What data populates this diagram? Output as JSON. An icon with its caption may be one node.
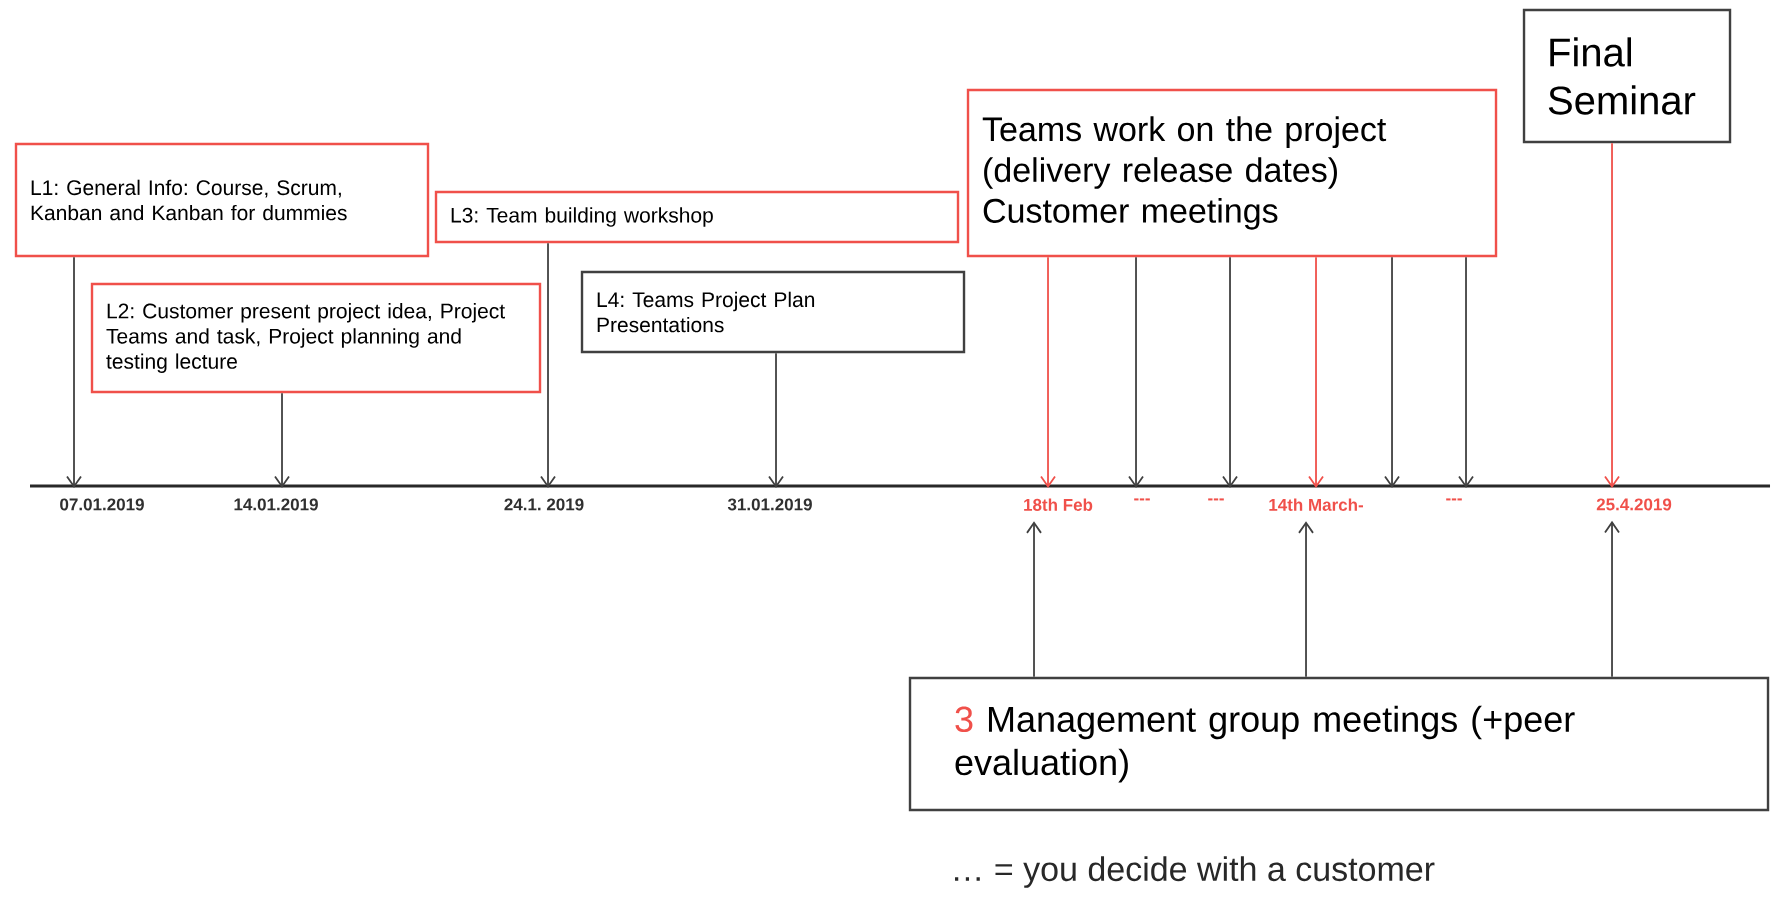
{
  "diagram": {
    "nodes": [
      {
        "text": [
          "L1: General Info: Course, Scrum, Kanban and Kanban for dummies"
        ]
      },
      {
        "text": [
          "L2: Customer present project idea, Project Teams and task, Project planning and testing lecture"
        ]
      },
      {
        "text": [
          "L3: Team building workshop"
        ]
      },
      {
        "text": [
          "L4: Teams Project Plan Presentations"
        ]
      },
      {
        "text": [
          "Teams work on the project (delivery release dates)",
          "Customer meetings"
        ]
      },
      {
        "text": [
          "Final Seminar"
        ]
      },
      {
        "text": [
          "3",
          "Management group meetings (+peer evaluation)"
        ]
      },
      {
        "text": [
          "07.01.2019"
        ]
      },
      {
        "text": [
          "14.01.2019"
        ]
      },
      {
        "text": [
          "24.1. 2019"
        ]
      },
      {
        "text": [
          "31.01.2019"
        ]
      },
      {
        "text": [
          "18th Feb"
        ]
      },
      {
        "text": [
          "---"
        ]
      },
      {
        "text": [
          "---"
        ]
      },
      {
        "text": [
          "14th March-"
        ]
      },
      {
        "text": [
          "---"
        ]
      },
      {
        "text": [
          "25.4.2019"
        ]
      }
    ],
    "edges": [
      {
        "from": 0,
        "to": 7,
        "arrow": "to"
      },
      {
        "from": 1,
        "to": 8,
        "arrow": "to"
      },
      {
        "from": 2,
        "to": 9,
        "arrow": "to"
      },
      {
        "from": 3,
        "to": 10,
        "arrow": "to"
      },
      {
        "from": 4,
        "to": 11,
        "arrow": "to",
        "color": "#f0504a"
      },
      {
        "from": 4,
        "to": 12,
        "arrow": "to"
      },
      {
        "from": 4,
        "to": 13,
        "arrow": "to"
      },
      {
        "from": 4,
        "to": 14,
        "arrow": "to",
        "color": "#f0504a"
      },
      {
        "from": 4,
        "to": 14,
        "arrow": "to"
      },
      {
        "from": 4,
        "to": 15,
        "arrow": "to"
      },
      {
        "from": 5,
        "to": 16,
        "arrow": "to",
        "color": "#f0504a"
      },
      {
        "from": 6,
        "to": 11,
        "arrow": "to"
      },
      {
        "from": 6,
        "to": 14,
        "arrow": "to"
      },
      {
        "from": 6,
        "to": 16,
        "arrow": "to"
      }
    ],
    "labels": [
      "… = you decide with a customer"
    ]
  }
}
